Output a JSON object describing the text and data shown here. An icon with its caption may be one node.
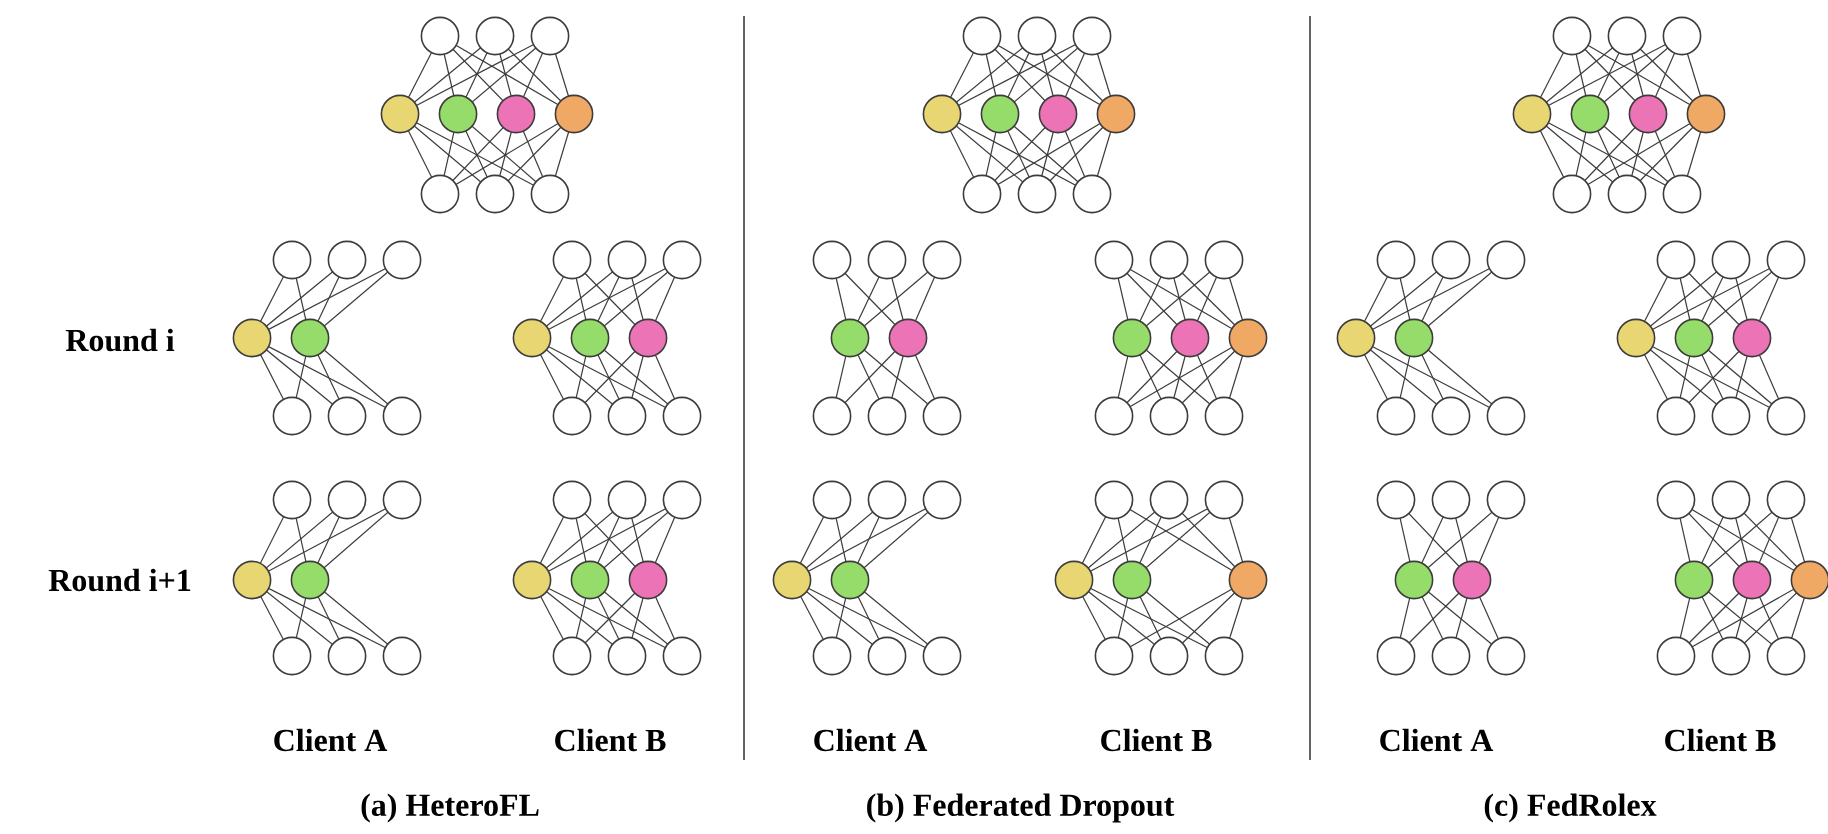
{
  "diagram": {
    "labels": [
      "Round i",
      "Round i+1",
      "Client A",
      "Client B",
      "Client A",
      "Client B",
      "Client A",
      "Client B",
      "(a) HeteroFL",
      "(b) Federated Dropout",
      "(c) FedRolex"
    ]
  }
}
